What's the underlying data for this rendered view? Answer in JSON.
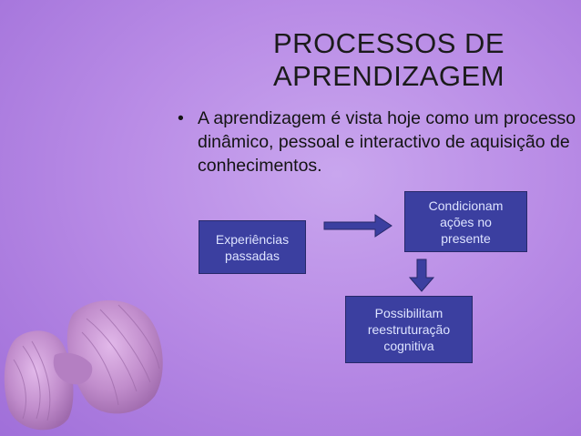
{
  "slide": {
    "title_line1": "PROCESSOS DE",
    "title_line2": "APRENDIZAGEM",
    "bullet_marker": "•",
    "bullet_text": "A aprendizagem é vista hoje como um processo dinâmico, pessoal e interactivo de aquisição de conhecimentos."
  },
  "diagram": {
    "box_experiencias": "Experiências\npassadas",
    "box_condicionam": "Condicionam\nações no\npresente",
    "box_possibilitam": "Possibilitam\nreestruturação\ncognitiva"
  },
  "colors": {
    "background": "#b98ce6",
    "box_fill": "#3b3fa0",
    "box_text": "#dde3ff",
    "arrow": "#3b3fa0"
  },
  "icons": [
    "brain-muscle-illustration",
    "arrow-right-icon",
    "arrow-down-icon"
  ]
}
